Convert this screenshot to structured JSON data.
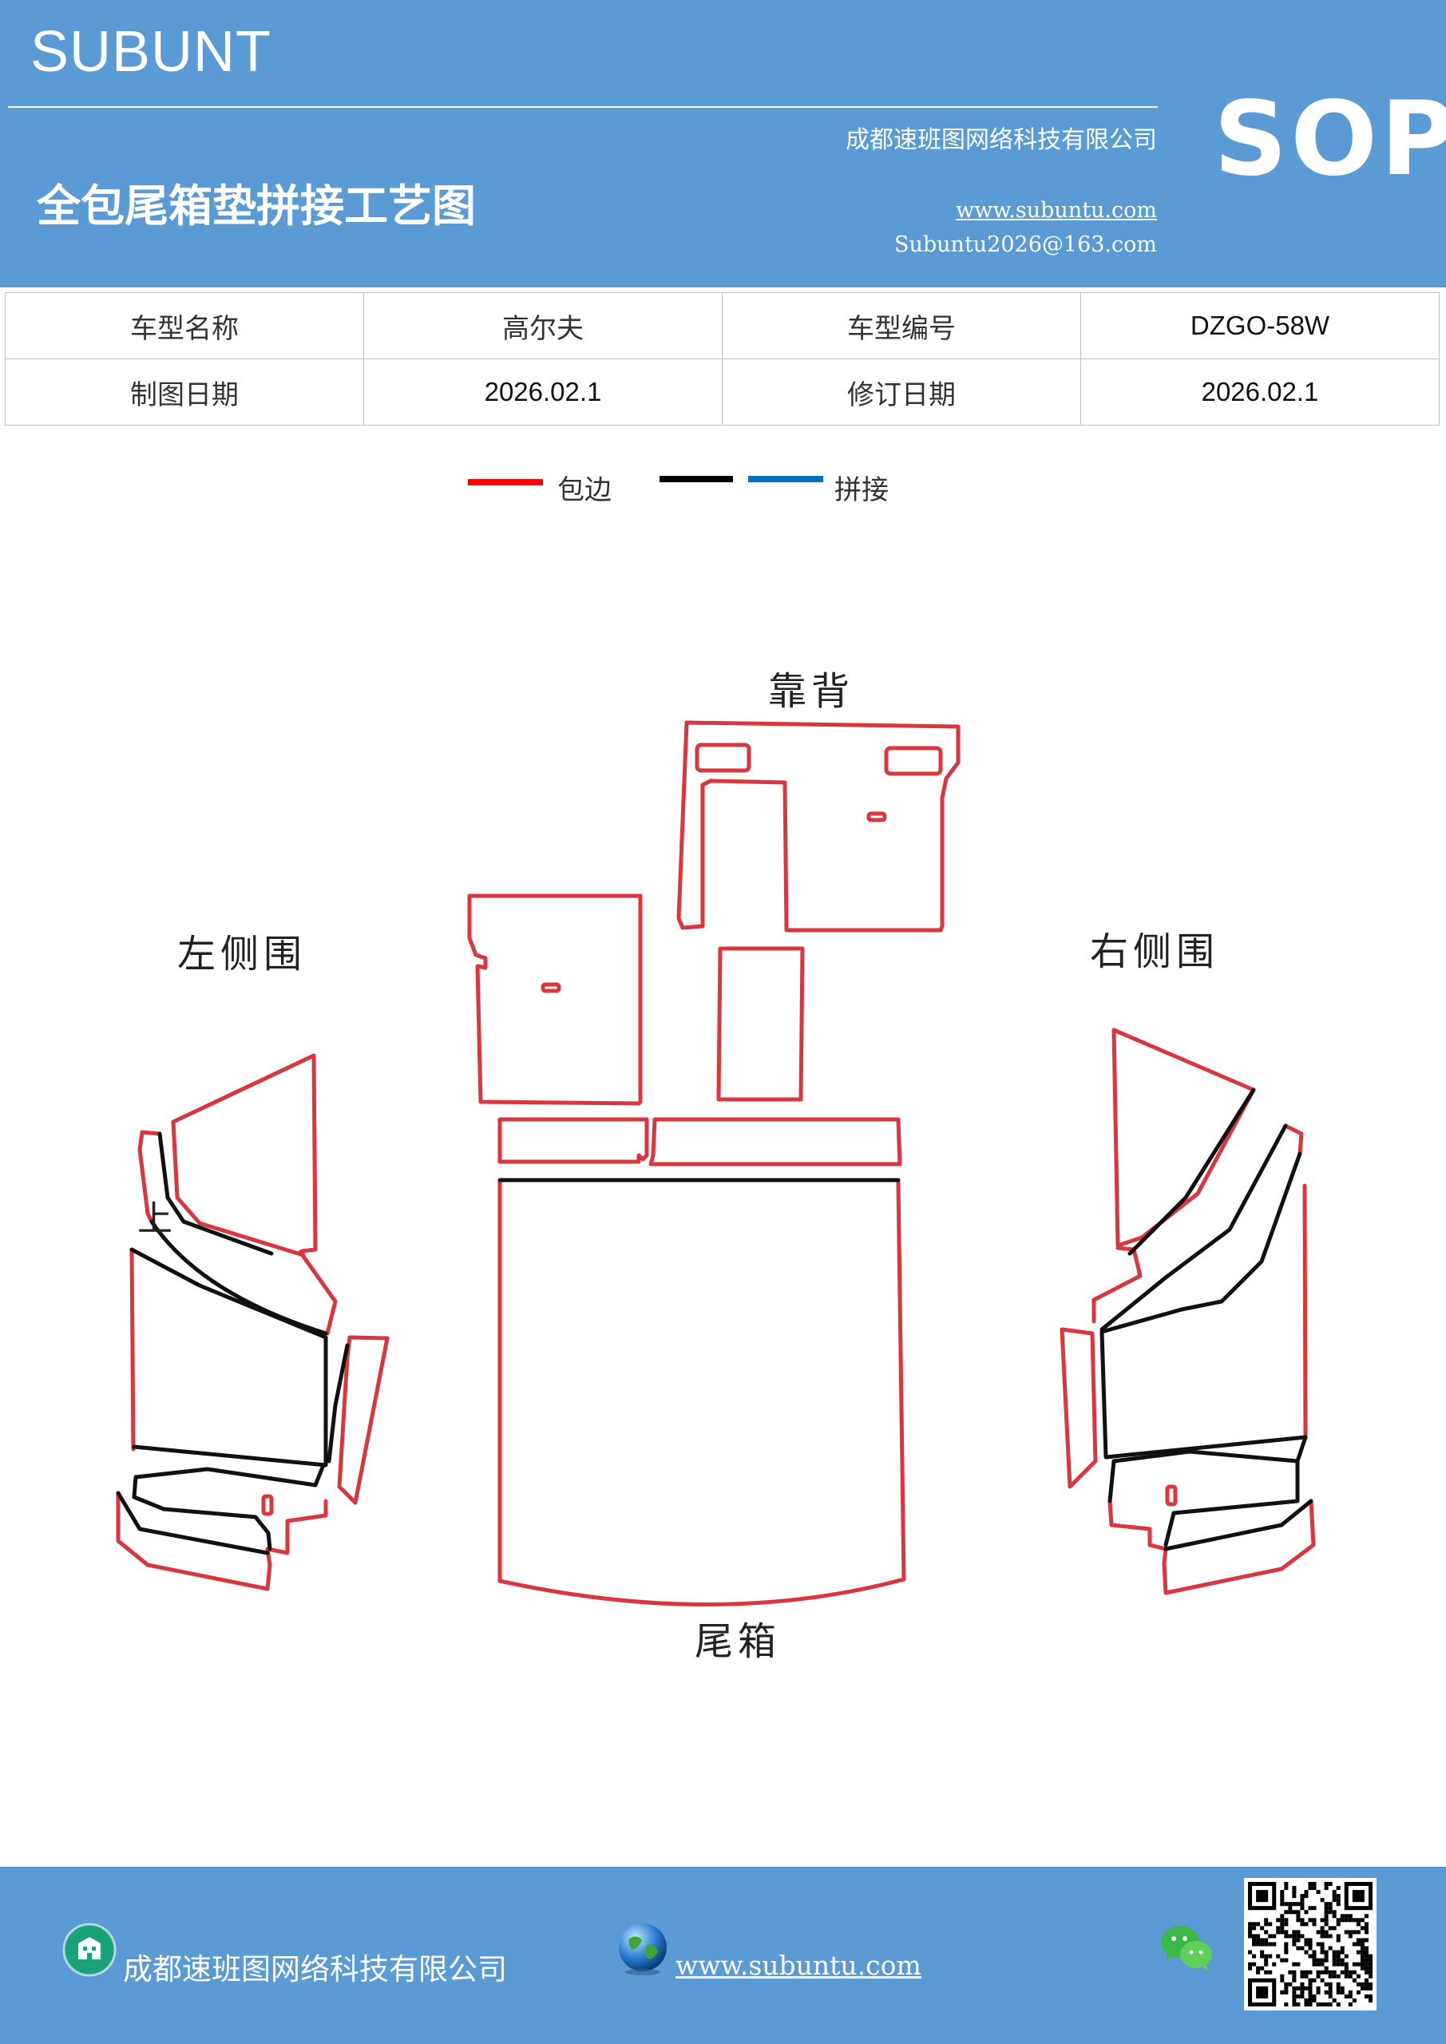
{
  "header": {
    "brand": "SUBUNT",
    "company": "成都速班图网络科技有限公司",
    "title": "全包尾箱垫拼接工艺图",
    "website": "www.subuntu.com",
    "email": "Subuntu2026@163.com",
    "badge": "SOP"
  },
  "info_table": {
    "rows": [
      [
        {
          "text": "车型名称"
        },
        {
          "text": "高尔夫"
        },
        {
          "text": "车型编号"
        },
        {
          "text": "DZGO-58W"
        }
      ],
      [
        {
          "text": "制图日期"
        },
        {
          "text": "2026.02.1"
        },
        {
          "text": "修订日期"
        },
        {
          "text": "2026.02.1"
        }
      ]
    ]
  },
  "legend": {
    "items": [
      {
        "label": "包边",
        "color": "#ff0000"
      },
      {
        "label": "",
        "color": "#000000"
      },
      {
        "label": "拼接",
        "color": "#0070c0"
      }
    ]
  },
  "drawing": {
    "labels": {
      "backrest": "靠背",
      "left_side": "左侧围",
      "right_side": "右侧围",
      "trunk": "尾箱",
      "mark": "上"
    },
    "colors": {
      "edge": "#d9363e",
      "seam": "#111111"
    }
  },
  "footer": {
    "company": "成都速班图网络科技有限公司",
    "website": "www.subuntu.com",
    "icons": [
      "building-icon",
      "globe-icon",
      "wechat-icon",
      "qr-code"
    ]
  }
}
